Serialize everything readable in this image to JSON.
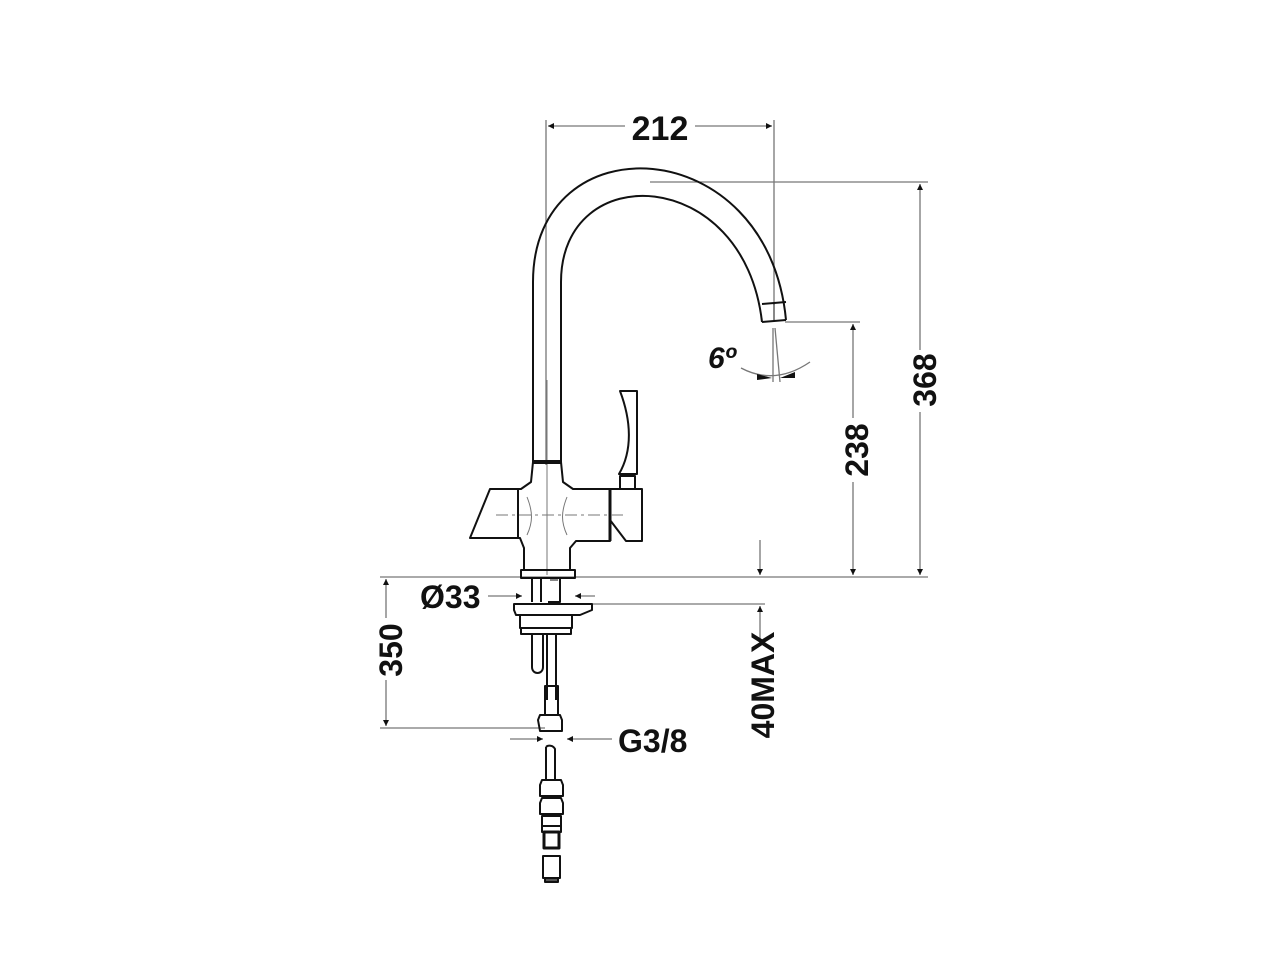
{
  "drawing": {
    "title": "Kitchen faucet technical drawing",
    "colors": {
      "line": "#111111",
      "dim_line": "#777777",
      "background": "#ffffff"
    },
    "dimensions": {
      "spout_reach": "212",
      "total_height": "368",
      "spout_outlet_height": "238",
      "spout_angle": "6º",
      "base_diameter": "Ø33",
      "hose_length": "350",
      "deck_thickness": "40MAX",
      "connection_thread": "G3/8"
    }
  }
}
